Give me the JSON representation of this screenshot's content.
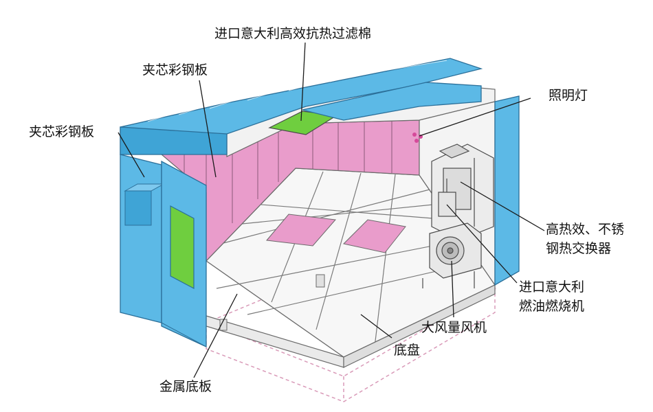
{
  "labels": {
    "filter": "进口意大利高效抗热过滤棉",
    "panel_top": "夹芯彩钢板",
    "panel_left": "夹芯彩钢板",
    "light": "照明灯",
    "exchanger_line1": "高热效、不锈",
    "exchanger_line2": "钢热交换器",
    "burner_line1": "进口意大利",
    "burner_line2": "燃油燃烧机",
    "fan": "大风量风机",
    "chassis": "底盘",
    "floor": "金属底板"
  },
  "colors": {
    "panel_blue": "#5cb9e6",
    "panel_dark": "#2d8fc4",
    "wall_pink": "#e99ccb",
    "filter_green": "#6fce3f",
    "floor": "#f7f7f7",
    "outline": "#5a5a5a",
    "chassis_line": "#d99ab8"
  },
  "icons": [
    "booth-body",
    "roof-panels",
    "filter-pad",
    "light-fixture",
    "heat-exchanger",
    "burner",
    "fan-unit",
    "chassis",
    "floor-grid",
    "door"
  ]
}
